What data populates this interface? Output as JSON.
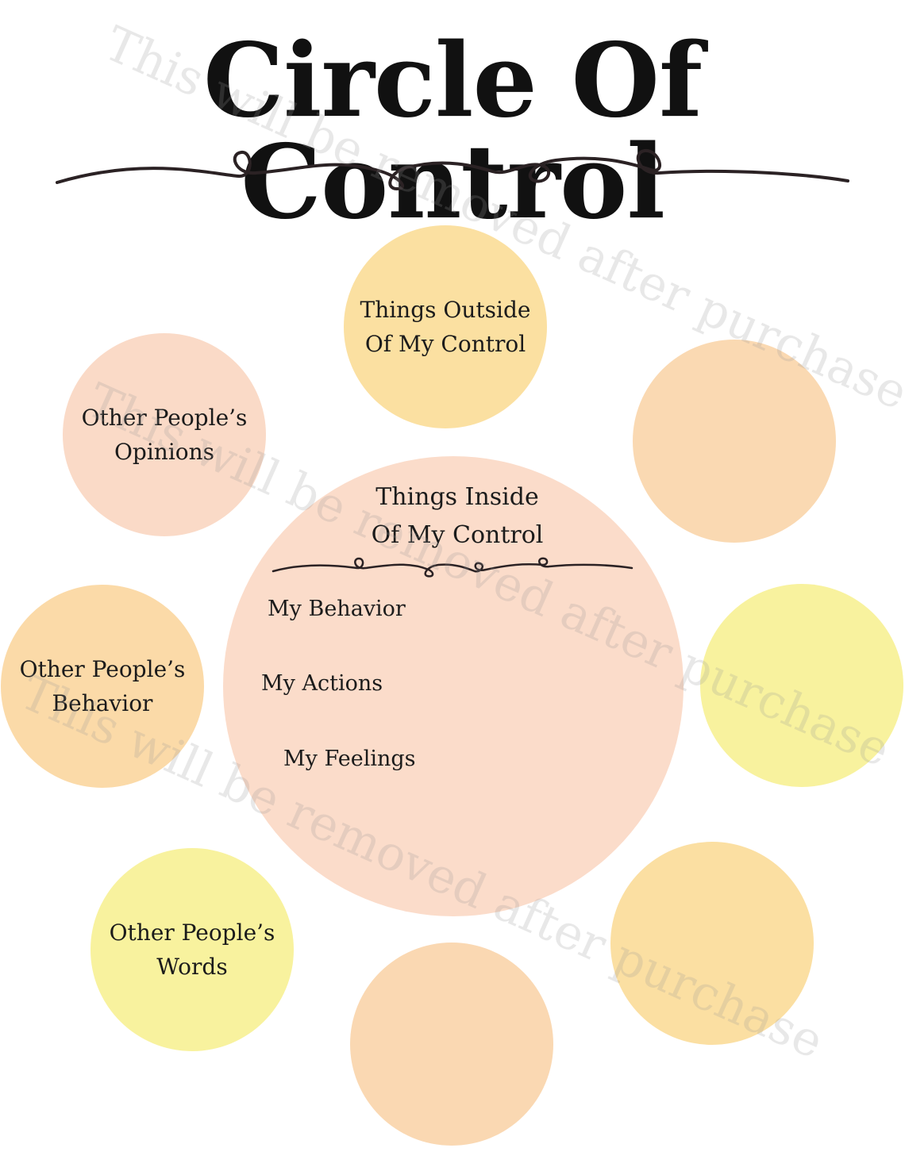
{
  "title": "Circle Of Control",
  "inner": {
    "title_line1": "Things Inside",
    "title_line2": "Of My Control",
    "items": [
      "My Behavior",
      "My Actions",
      "My Feelings"
    ]
  },
  "outer_circles": {
    "top": {
      "line1": "Things Outside",
      "line2": "Of My Control",
      "color": "#fbe0a1"
    },
    "upper_left": {
      "line1": "Other People’s",
      "line2": "Opinions",
      "color": "#fadac7"
    },
    "mid_left": {
      "line1": "Other People’s",
      "line2": "Behavior",
      "color": "#fbdaa8"
    },
    "lower_left": {
      "line1": "Other People’s",
      "line2": "Words",
      "color": "#f8f29e"
    },
    "upper_right": {
      "line1": "",
      "line2": "",
      "color": "#fad9b2"
    },
    "mid_right": {
      "line1": "",
      "line2": "",
      "color": "#f8f29e"
    },
    "lower_right": {
      "line1": "",
      "line2": "",
      "color": "#fbdfa2"
    },
    "bottom": {
      "line1": "",
      "line2": "",
      "color": "#fad8b2"
    }
  },
  "center_color": "#fbdcca",
  "watermark": "This will be removed after purchase"
}
